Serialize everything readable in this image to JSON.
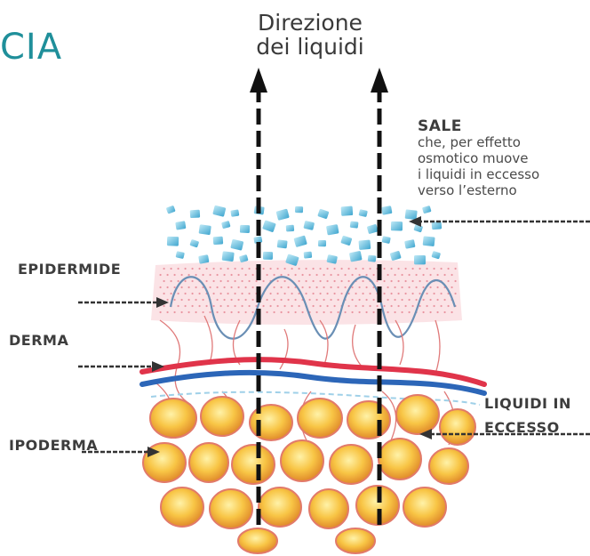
{
  "title": "CIA",
  "direction": {
    "line1": "Direzione",
    "line2": "dei liquidi"
  },
  "salt": {
    "title": "SALE",
    "desc": [
      "che, per effetto",
      "osmotico muove",
      "i liquidi in eccesso",
      "verso l’esterno"
    ]
  },
  "labels": {
    "epidermide": "EPIDERMIDE",
    "derma": "DERMA",
    "ipoderma": "IPODERMA",
    "liquidi": [
      "LIQUIDI IN",
      "ECCESSO"
    ]
  },
  "colors": {
    "title": "#1f8f9a",
    "arrow": "#111111",
    "salt": "#79c7e3",
    "epidermis": "#f6c9cf",
    "vein": "#2c66b8",
    "artery": "#e0344a",
    "fat": "#f6b73c"
  }
}
